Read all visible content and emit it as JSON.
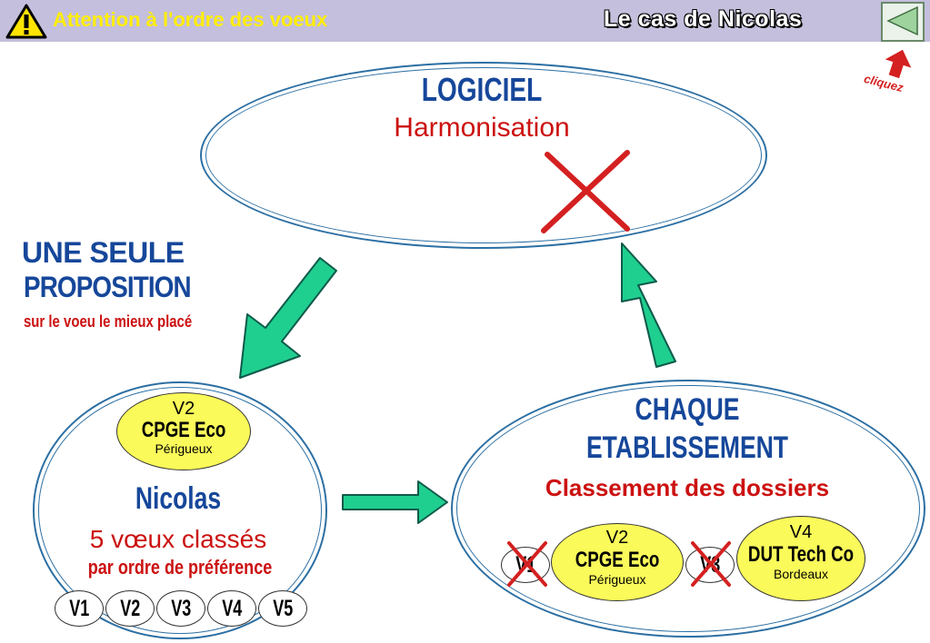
{
  "header": {
    "title": "Attention à l'ordre des voeux",
    "case_title": "Le cas de Nicolas",
    "back_hint": "cliquez"
  },
  "logiciel": {
    "title": "LOGICIEL",
    "subtitle": "Harmonisation"
  },
  "proposition": {
    "line1": "UNE SEULE",
    "line2": "PROPOSITION",
    "line3": "sur le voeu le mieux placé"
  },
  "candidate": {
    "name": "Nicolas",
    "wishes_line": "5 vœux classés",
    "order_line": "par ordre de préférence",
    "top_wish": {
      "code": "V2",
      "name": "CPGE  Eco",
      "city": "Périgueux"
    },
    "wishes": [
      "V1",
      "V2",
      "V3",
      "V4",
      "V5"
    ]
  },
  "etablissement": {
    "line1": "CHAQUE",
    "line2": "ETABLISSEMENT",
    "line3": "Classement des dossiers",
    "rejected": [
      "V1",
      "V3"
    ],
    "accepted": [
      {
        "code": "V2",
        "name": "CPGE  Eco",
        "city": "Périgueux"
      },
      {
        "code": "V4",
        "name": "DUT Tech Co",
        "city": "Bordeaux"
      }
    ]
  },
  "colors": {
    "arrow_green": "#1fcf8f",
    "cross_red": "#d42020",
    "ellipse_blue": "#2c6fa3",
    "bubble_yellow": "#fafa5a",
    "header_bg": "#c4bfdc"
  }
}
